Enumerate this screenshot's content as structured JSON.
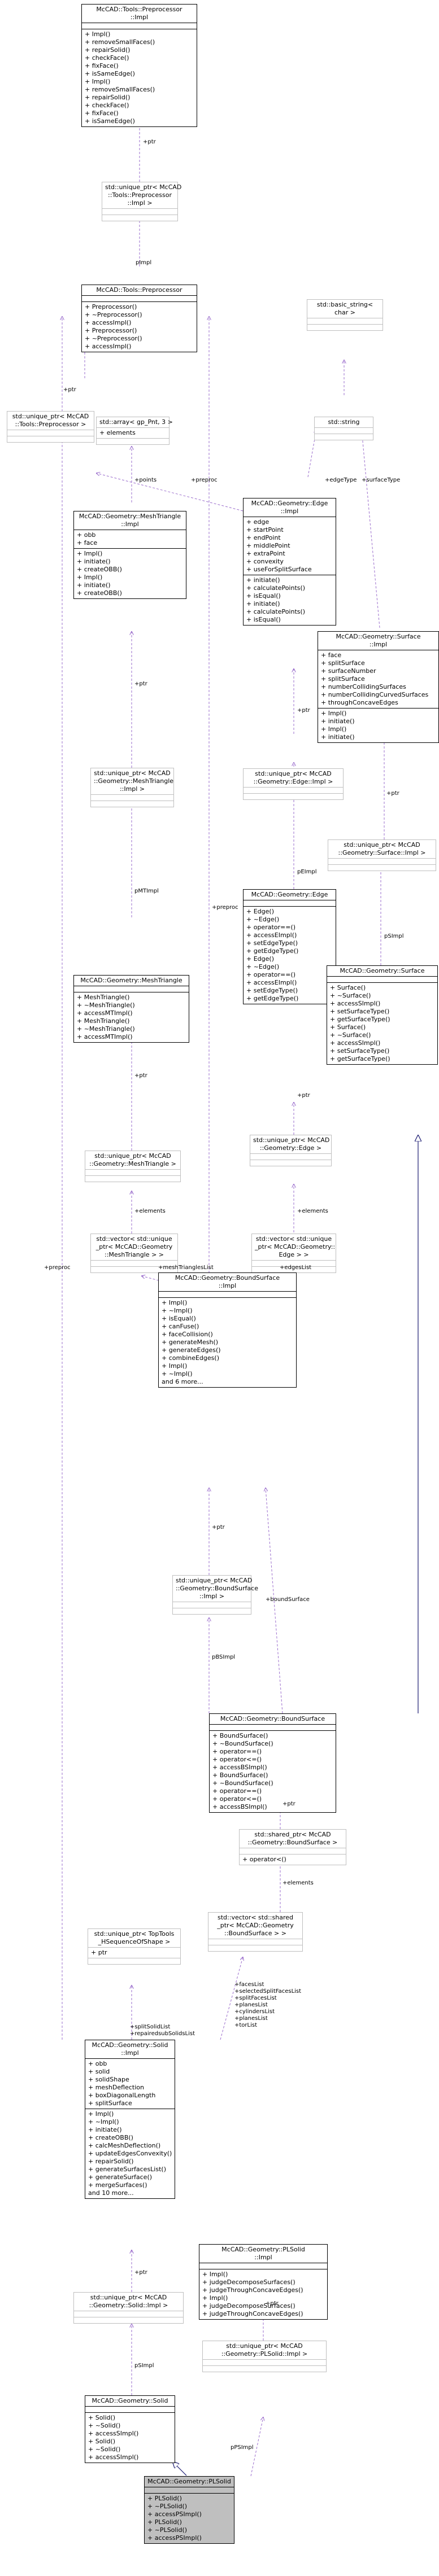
{
  "nodes": [
    {
      "id": "pp_impl",
      "title": [
        "McCAD::Tools::Preprocessor",
        "::Impl"
      ],
      "attrs": [],
      "methods": [
        "+ Impl()",
        "+ removeSmallFaces()",
        "+ repairSolid()",
        "+ checkFace()",
        "+ fixFace()",
        "+ isSameEdge()",
        "+ Impl()",
        "+ removeSmallFaces()",
        "+ repairSolid()",
        "+ checkFace()",
        "+ fixFace()",
        "+ isSameEdge()"
      ]
    },
    {
      "id": "up_pp_impl",
      "title": [
        "std::unique_ptr< McCAD",
        "::Tools::Preprocessor",
        "::Impl >"
      ],
      "attrs": [],
      "methods": [],
      "ghost": true
    },
    {
      "id": "pp",
      "title": [
        "McCAD::Tools::Preprocessor"
      ],
      "attrs": [],
      "methods": [
        "+ Preprocessor()",
        "+ ~Preprocessor()",
        "+ accessImpl()",
        "+ Preprocessor()",
        "+ ~Preprocessor()",
        "+ accessImpl()"
      ]
    },
    {
      "id": "basic_string",
      "title": [
        "std::basic_string<",
        "char >"
      ],
      "attrs": [],
      "methods": [],
      "ghost": true
    },
    {
      "id": "up_pp",
      "title": [
        "std::unique_ptr< McCAD",
        "::Tools::Preprocessor >"
      ],
      "attrs": [],
      "methods": [],
      "ghost": true
    },
    {
      "id": "array_gp",
      "title": [
        "std::array< gp_Pnt, 3 >"
      ],
      "attrs": [
        "+ elements"
      ],
      "methods": [],
      "ghost": true
    },
    {
      "id": "string",
      "title": [
        "std::string"
      ],
      "attrs": [],
      "methods": [],
      "ghost": true
    },
    {
      "id": "edge_impl",
      "title": [
        "McCAD::Geometry::Edge",
        "::Impl"
      ],
      "attrs": [
        "+ edge",
        "+ startPoint",
        "+ endPoint",
        "+ middlePoint",
        "+ extraPoint",
        "+ convexity",
        "+ useForSplitSurface"
      ],
      "methods": [
        "+ initiate()",
        "+ calculatePoints()",
        "+ isEqual()",
        "+ initiate()",
        "+ calculatePoints()",
        "+ isEqual()"
      ]
    },
    {
      "id": "mt_impl",
      "title": [
        "McCAD::Geometry::MeshTriangle",
        "::Impl"
      ],
      "attrs": [
        "+ obb",
        "+ face"
      ],
      "methods": [
        "+ Impl()",
        "+ initiate()",
        "+ createOBB()",
        "+ Impl()",
        "+ initiate()",
        "+ createOBB()"
      ]
    },
    {
      "id": "surface_impl",
      "title": [
        "McCAD::Geometry::Surface",
        "::Impl"
      ],
      "attrs": [
        "+ face",
        "+ splitSurface",
        "+ surfaceNumber",
        "+ splitSurface",
        "+ numberCollidingSurfaces",
        "+ numberCollidingCurvedSurfaces",
        "+ throughConcaveEdges"
      ],
      "methods": [
        "+ Impl()",
        "+ initiate()",
        "+ Impl()",
        "+ initiate()"
      ]
    },
    {
      "id": "up_mt_impl",
      "title": [
        "std::unique_ptr< McCAD",
        "::Geometry::MeshTriangle",
        "::Impl >"
      ],
      "attrs": [],
      "methods": [],
      "ghost": true
    },
    {
      "id": "up_edge_impl",
      "title": [
        "std::unique_ptr< McCAD",
        "::Geometry::Edge::Impl >"
      ],
      "attrs": [],
      "methods": [],
      "ghost": true
    },
    {
      "id": "up_surface_impl",
      "title": [
        "std::unique_ptr< McCAD",
        "::Geometry::Surface::Impl >"
      ],
      "attrs": [],
      "methods": [],
      "ghost": true
    },
    {
      "id": "edge",
      "title": [
        "McCAD::Geometry::Edge"
      ],
      "attrs": [],
      "methods": [
        "+ Edge()",
        "+ ~Edge()",
        "+ operator==()",
        "+ accessEImpl()",
        "+ setEdgeType()",
        "+ getEdgeType()",
        "+ Edge()",
        "+ ~Edge()",
        "+ operator==()",
        "+ accessEImpl()",
        "+ setEdgeType()",
        "+ getEdgeType()"
      ]
    },
    {
      "id": "mt",
      "title": [
        "McCAD::Geometry::MeshTriangle"
      ],
      "attrs": [],
      "methods": [
        "+ MeshTriangle()",
        "+ ~MeshTriangle()",
        "+ accessMTImpl()",
        "+ MeshTriangle()",
        "+ ~MeshTriangle()",
        "+ accessMTImpl()"
      ]
    },
    {
      "id": "surface",
      "title": [
        "McCAD::Geometry::Surface"
      ],
      "attrs": [],
      "methods": [
        "+ Surface()",
        "+ ~Surface()",
        "+ accessSImpl()",
        "+ setSurfaceType()",
        "+ getSurfaceType()",
        "+ Surface()",
        "+ ~Surface()",
        "+ accessSImpl()",
        "+ setSurfaceType()",
        "+ getSurfaceType()"
      ]
    },
    {
      "id": "up_mt",
      "title": [
        "std::unique_ptr< McCAD",
        "::Geometry::MeshTriangle >"
      ],
      "attrs": [],
      "methods": [],
      "ghost": true
    },
    {
      "id": "up_edge",
      "title": [
        "std::unique_ptr< McCAD",
        "::Geometry::Edge >"
      ],
      "attrs": [],
      "methods": [],
      "ghost": true
    },
    {
      "id": "vec_up_mt",
      "title": [
        "std::vector< std::unique",
        "_ptr< McCAD::Geometry",
        "::MeshTriangle > >"
      ],
      "attrs": [],
      "methods": [],
      "ghost": true
    },
    {
      "id": "vec_up_edge",
      "title": [
        "std::vector< std::unique",
        "_ptr< McCAD::Geometry::",
        "Edge > >"
      ],
      "attrs": [],
      "methods": [],
      "ghost": true
    },
    {
      "id": "bs_impl",
      "title": [
        "McCAD::Geometry::BoundSurface",
        "::Impl"
      ],
      "attrs": [],
      "methods": [
        "+ Impl()",
        "+ ~Impl()",
        "+ isEqual()",
        "+ canFuse()",
        "+ faceCollision()",
        "+ generateMesh()",
        "+ generateEdges()",
        "+ combineEdges()",
        "+ Impl()",
        "+ ~Impl()",
        "and 6 more..."
      ]
    },
    {
      "id": "up_bs_impl",
      "title": [
        "std::unique_ptr< McCAD",
        "::Geometry::BoundSurface",
        "::Impl >"
      ],
      "attrs": [],
      "methods": [],
      "ghost": true
    },
    {
      "id": "bs",
      "title": [
        "McCAD::Geometry::BoundSurface"
      ],
      "attrs": [],
      "methods": [
        "+ BoundSurface()",
        "+ ~BoundSurface()",
        "+ operator==()",
        "+ operator<=()",
        "+ accessBSImpl()",
        "+ BoundSurface()",
        "+ ~BoundSurface()",
        "+ operator==()",
        "+ operator<=()",
        "+ accessBSImpl()"
      ]
    },
    {
      "id": "sp_bs",
      "title": [
        "std::shared_ptr< McCAD",
        "::Geometry::BoundSurface >"
      ],
      "attrs": [],
      "methods": [
        "+ operator<()"
      ],
      "ghost": true
    },
    {
      "id": "up_toptools",
      "title": [
        "std::unique_ptr< TopTools",
        "_HSequenceOfShape >"
      ],
      "attrs": [
        "+ ptr"
      ],
      "methods": [],
      "ghost": true
    },
    {
      "id": "vec_sp_bs",
      "title": [
        "std::vector< std::shared",
        "_ptr< McCAD::Geometry",
        "::BoundSurface > >"
      ],
      "attrs": [],
      "methods": [],
      "ghost": true
    },
    {
      "id": "solid_impl",
      "title": [
        "McCAD::Geometry::Solid",
        "::Impl"
      ],
      "attrs": [
        "+ obb",
        "+ solid",
        "+ solidShape",
        "+ meshDeflection",
        "+ boxDiagonalLength",
        "+ splitSurface"
      ],
      "methods": [
        "+ Impl()",
        "+ ~Impl()",
        "+ initiate()",
        "+ createOBB()",
        "+ calcMeshDeflection()",
        "+ updateEdgesConvexity()",
        "+ repairSolid()",
        "+ generateSurfacesList()",
        "+ generateSurface()",
        "+ mergeSurfaces()",
        "and 10 more..."
      ]
    },
    {
      "id": "pls_impl",
      "title": [
        "McCAD::Geometry::PLSolid",
        "::Impl"
      ],
      "attrs": [],
      "methods": [
        "+ Impl()",
        "+ judgeDecomposeSurfaces()",
        "+ judgeThroughConcaveEdges()",
        "+ Impl()",
        "+ judgeDecomposeSurfaces()",
        "+ judgeThroughConcaveEdges()"
      ]
    },
    {
      "id": "up_solid_impl",
      "title": [
        "std::unique_ptr< McCAD",
        "::Geometry::Solid::Impl >"
      ],
      "attrs": [],
      "methods": [],
      "ghost": true
    },
    {
      "id": "up_pls_impl",
      "title": [
        "std::unique_ptr< McCAD",
        "::Geometry::PLSolid::Impl >"
      ],
      "attrs": [],
      "methods": [],
      "ghost": true
    },
    {
      "id": "solid",
      "title": [
        "McCAD::Geometry::Solid"
      ],
      "attrs": [],
      "methods": [
        "+ Solid()",
        "+ ~Solid()",
        "+ accessSImpl()",
        "+ Solid()",
        "+ ~Solid()",
        "+ accessSImpl()"
      ]
    },
    {
      "id": "plsolid",
      "title": [
        "McCAD::Geometry::PLSolid"
      ],
      "attrs": [],
      "methods": [
        "+ PLSolid()",
        "+ ~PLSolid()",
        "+ accessPSImpl()",
        "+ PLSolid()",
        "+ ~PLSolid()",
        "+ accessPSImpl()"
      ],
      "focus": true
    }
  ],
  "edge_labels": [
    {
      "id": "l_ptr1",
      "text": "+ptr"
    },
    {
      "id": "l_pimpl1",
      "text": "pImpl"
    },
    {
      "id": "l_ptr2",
      "text": "+ptr"
    },
    {
      "id": "l_preproc1",
      "text": "+preproc"
    },
    {
      "id": "l_points",
      "text": "+points"
    },
    {
      "id": "l_edgetype",
      "text": "+edgeType"
    },
    {
      "id": "l_surfacetype",
      "text": "+surfaceType"
    },
    {
      "id": "l_ptr3",
      "text": "+ptr"
    },
    {
      "id": "l_ptr4",
      "text": "+ptr"
    },
    {
      "id": "l_ptr5",
      "text": "+ptr"
    },
    {
      "id": "l_pmtimpl",
      "text": "pMTImpl"
    },
    {
      "id": "l_peimpl",
      "text": "pEImpl"
    },
    {
      "id": "l_psimpl1",
      "text": "pSImpl"
    },
    {
      "id": "l_preproc2",
      "text": "+preproc"
    },
    {
      "id": "l_ptr6",
      "text": "+ptr"
    },
    {
      "id": "l_ptr7",
      "text": "+ptr"
    },
    {
      "id": "l_elements1",
      "text": "+elements"
    },
    {
      "id": "l_elements2",
      "text": "+elements"
    },
    {
      "id": "l_meshlist",
      "text": "+meshTrianglesList"
    },
    {
      "id": "l_edgeslist",
      "text": "+edgesList"
    },
    {
      "id": "l_preproc3",
      "text": "+preproc"
    },
    {
      "id": "l_ptr8",
      "text": "+ptr"
    },
    {
      "id": "l_boundsurface",
      "text": "+boundSurface"
    },
    {
      "id": "l_pbsimpl",
      "text": "pBSImpl"
    },
    {
      "id": "l_ptr9",
      "text": "+ptr"
    },
    {
      "id": "l_elements3",
      "text": "+elements"
    },
    {
      "id": "l_splitsolid",
      "text": "+splitSolidList\n+repairedsubSolidsList"
    },
    {
      "id": "l_faceslist",
      "text": "+facesList\n+selectedSplitFacesList\n+splitFacesList\n+planesList\n+cylindersList\n+planesList\n+torList"
    },
    {
      "id": "l_ptr10",
      "text": "+ptr"
    },
    {
      "id": "l_ptr11",
      "text": "+ptr"
    },
    {
      "id": "l_psimpl2",
      "text": "pSImpl"
    },
    {
      "id": "l_ppsimpl",
      "text": "pPSImpl"
    }
  ]
}
